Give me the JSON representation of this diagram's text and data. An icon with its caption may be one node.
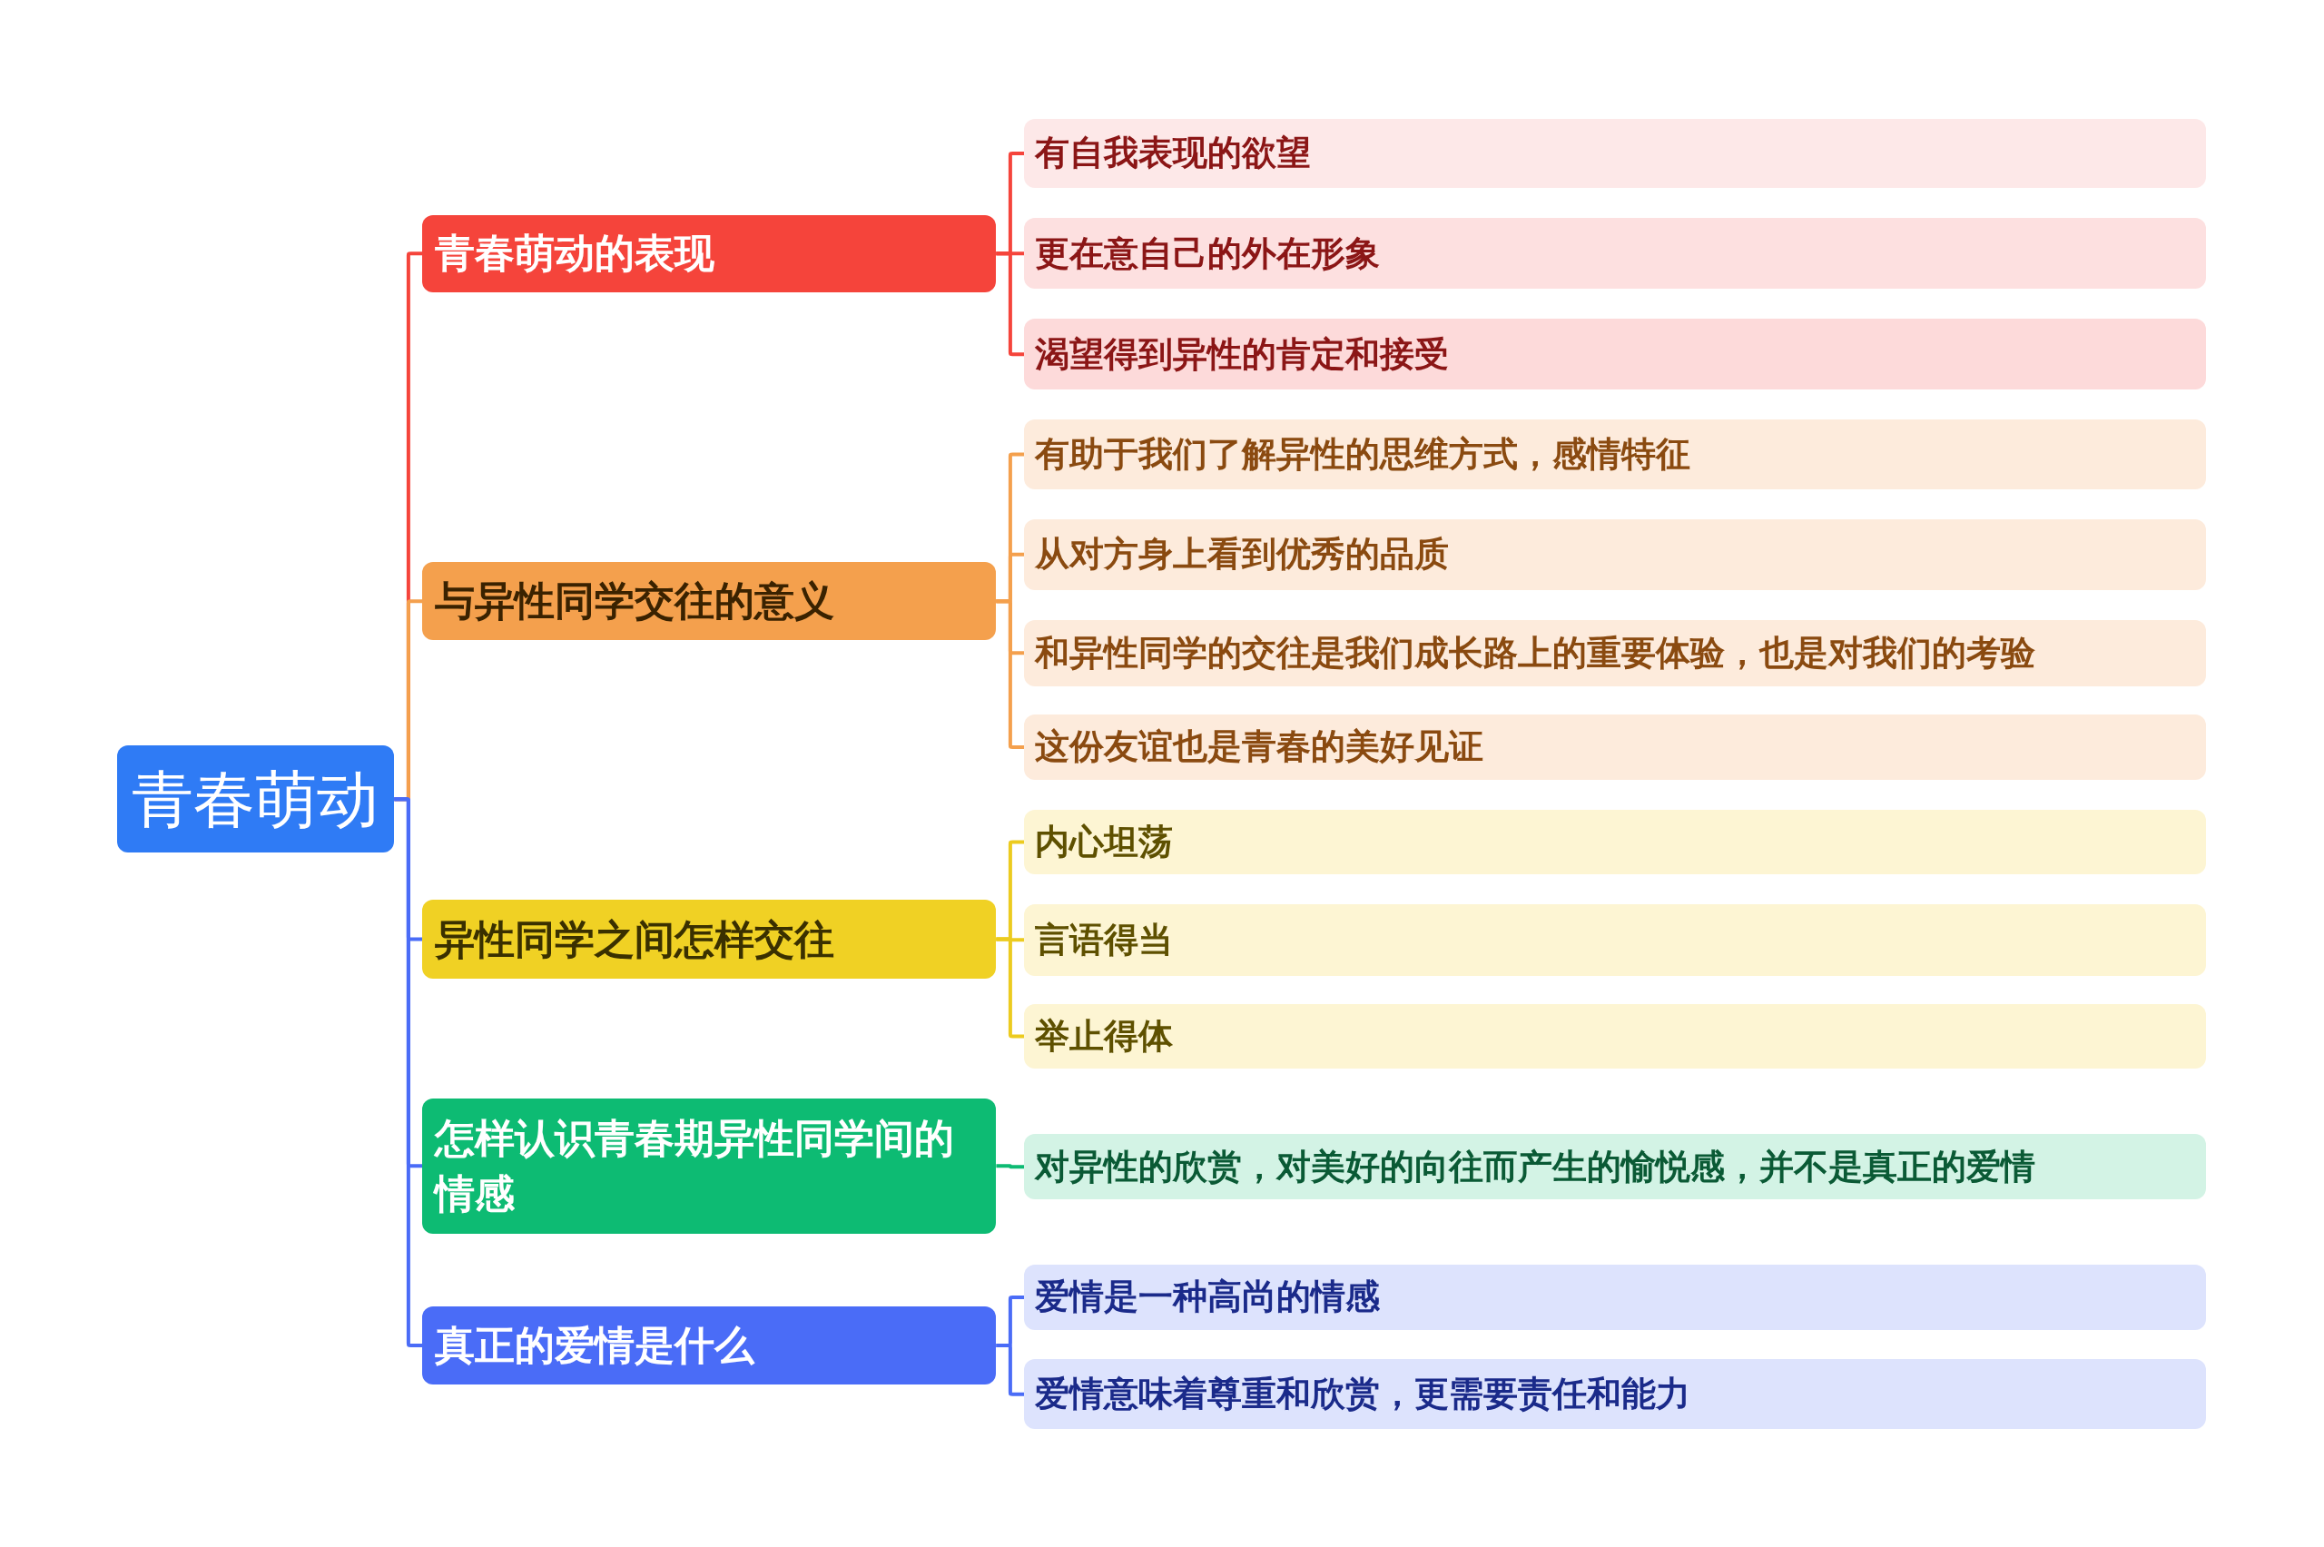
{
  "diagram": {
    "nodes": [
      {
        "text": [
          "青春萌动"
        ]
      },
      {
        "text": [
          "青春萌动的表现"
        ]
      },
      {
        "text": [
          "有自我表现的欲望"
        ]
      },
      {
        "text": [
          "更在意自己的外在形象"
        ]
      },
      {
        "text": [
          "渴望得到异性的肯定和接受"
        ]
      },
      {
        "text": [
          "与异性同学交往的意义"
        ]
      },
      {
        "text": [
          "有助于我们了解异性的思维方式，感情特征"
        ]
      },
      {
        "text": [
          "从对方身上看到优秀的品质"
        ]
      },
      {
        "text": [
          "和异性同学的交往是我们成长路上的重要体验，也是对我们的考验"
        ]
      },
      {
        "text": [
          "这份友谊也是青春的美好见证"
        ]
      },
      {
        "text": [
          "异性同学之间怎样交往"
        ]
      },
      {
        "text": [
          "内心坦荡"
        ]
      },
      {
        "text": [
          "言语得当"
        ]
      },
      {
        "text": [
          "举止得体"
        ]
      },
      {
        "text": [
          "怎样认识青春期异性同学间的情感"
        ]
      },
      {
        "text": [
          "对异性的欣赏，对美好的向往而产生的愉悦感，并不是真正的爱情"
        ]
      },
      {
        "text": [
          "真正的爱情是什么"
        ]
      },
      {
        "text": [
          "爱情是一种高尚的情感"
        ]
      },
      {
        "text": [
          "爱情意味着尊重和欣赏，更需要责任和能力"
        ]
      }
    ],
    "edges": [
      {
        "from": 0,
        "to": 1,
        "arrow": "none",
        "color": "#f5443b"
      },
      {
        "from": 1,
        "to": 2,
        "arrow": "none",
        "color": "#f5443b"
      },
      {
        "from": 1,
        "to": 3,
        "arrow": "none",
        "color": "#f5443b"
      },
      {
        "from": 1,
        "to": 4,
        "arrow": "none",
        "color": "#f5443b"
      },
      {
        "from": 0,
        "to": 5,
        "arrow": "none",
        "color": "#f4a04d"
      },
      {
        "from": 5,
        "to": 6,
        "arrow": "none",
        "color": "#f4a04d"
      },
      {
        "from": 5,
        "to": 7,
        "arrow": "none",
        "color": "#f4a04d"
      },
      {
        "from": 5,
        "to": 8,
        "arrow": "none",
        "color": "#f4a04d"
      },
      {
        "from": 5,
        "to": 9,
        "arrow": "none",
        "color": "#f4a04d"
      },
      {
        "from": 0,
        "to": 10,
        "arrow": "none",
        "color": "#4a6cf7"
      },
      {
        "from": 10,
        "to": 11,
        "arrow": "none",
        "color": "#eccb1f"
      },
      {
        "from": 10,
        "to": 12,
        "arrow": "none",
        "color": "#eccb1f"
      },
      {
        "from": 10,
        "to": 13,
        "arrow": "none",
        "color": "#eccb1f"
      },
      {
        "from": 0,
        "to": 14,
        "arrow": "none",
        "color": "#4a6cf7"
      },
      {
        "from": 14,
        "to": 15,
        "arrow": "none",
        "color": "#0dbb73"
      },
      {
        "from": 0,
        "to": 16,
        "arrow": "none",
        "color": "#4a6cf7"
      },
      {
        "from": 16,
        "to": 17,
        "arrow": "none",
        "color": "#4a6cf7"
      },
      {
        "from": 16,
        "to": 18,
        "arrow": "none",
        "color": "#4a6cf7"
      }
    ]
  }
}
